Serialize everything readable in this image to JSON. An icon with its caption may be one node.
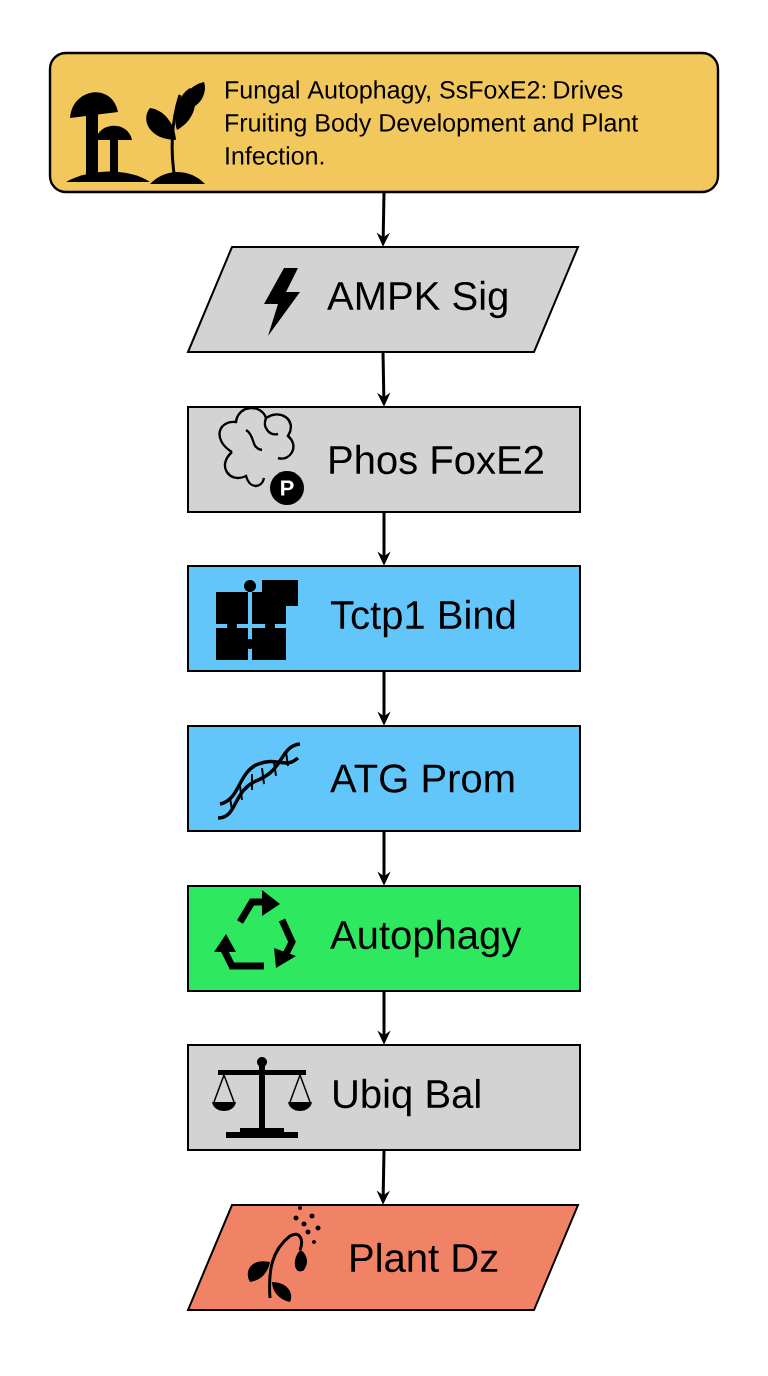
{
  "diagram": {
    "nodes": [
      {
        "text": [
          "Fungal Autophagy, SsFoxE2: Drives Fruiting Body Development and Plant Infection."
        ]
      },
      {
        "text": [
          "AMPK Sig"
        ]
      },
      {
        "text": [
          "Phos FoxE2"
        ]
      },
      {
        "text": [
          "Tctp1 Bind"
        ]
      },
      {
        "text": [
          "ATG Prom"
        ]
      },
      {
        "text": [
          "Autophagy"
        ]
      },
      {
        "text": [
          "Ubiq Bal"
        ]
      },
      {
        "text": [
          "Plant Dz"
        ]
      }
    ],
    "edges": [
      {
        "from": 0,
        "to": 1,
        "arrow": "to"
      },
      {
        "from": 1,
        "to": 2,
        "arrow": "to"
      },
      {
        "from": 2,
        "to": 3,
        "arrow": "to"
      },
      {
        "from": 3,
        "to": 4,
        "arrow": "to"
      },
      {
        "from": 4,
        "to": 5,
        "arrow": "to"
      },
      {
        "from": 5,
        "to": 6,
        "arrow": "to"
      },
      {
        "from": 6,
        "to": 7,
        "arrow": "to"
      }
    ],
    "labels": [
      "P"
    ]
  }
}
